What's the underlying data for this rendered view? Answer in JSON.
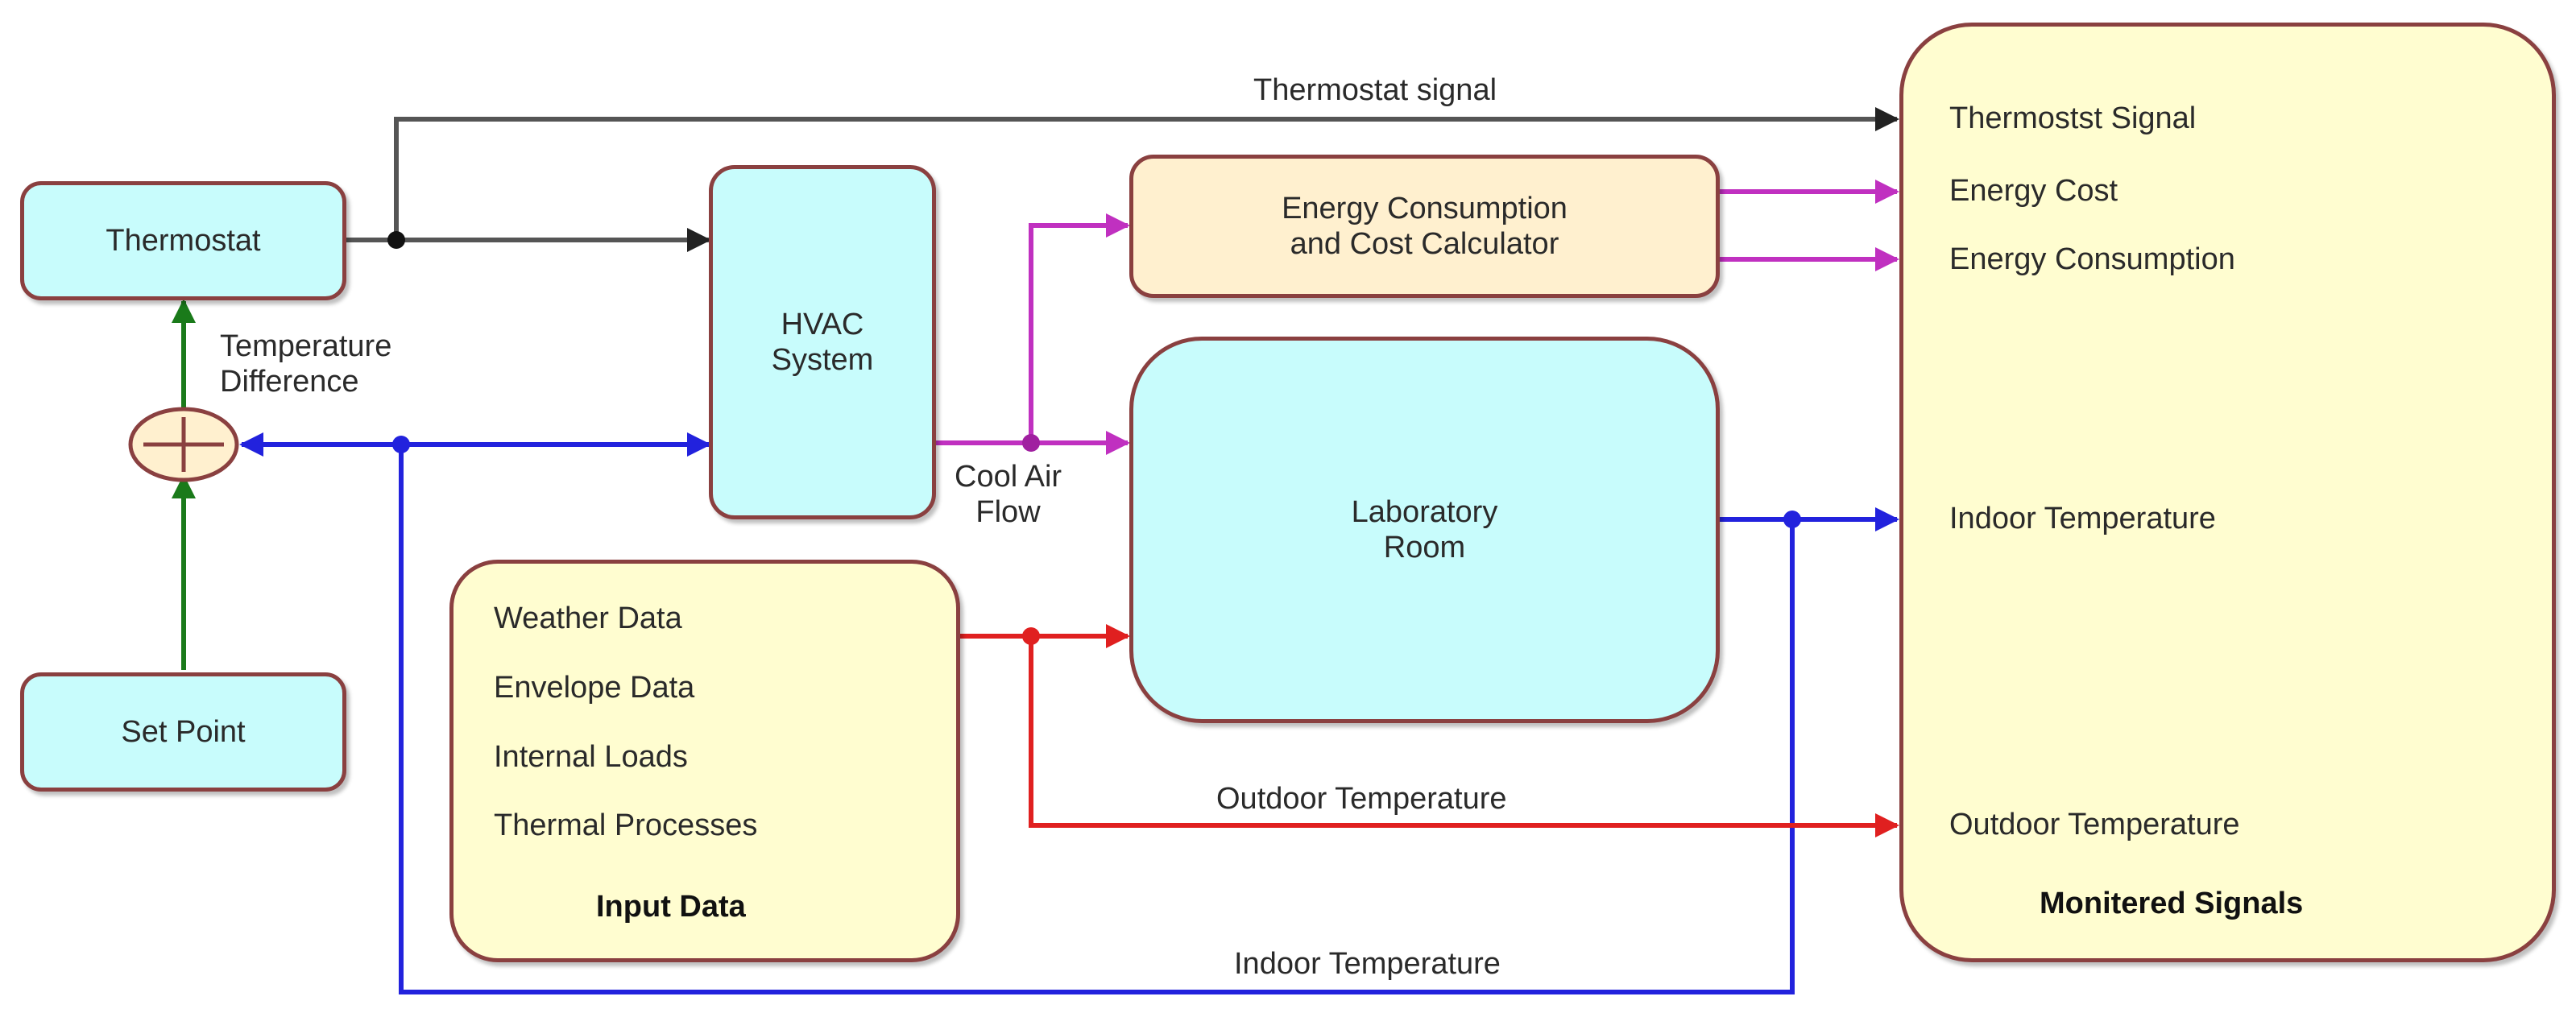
{
  "blocks": {
    "thermostat": "Thermostat",
    "set_point": "Set Point",
    "hvac": "HVAC\nSystem",
    "energy_calc": "Energy Consumption\nand Cost Calculator",
    "lab_room": "Laboratory\nRoom"
  },
  "input_data": {
    "items": [
      "Weather Data",
      "Envelope Data",
      "Internal Loads",
      "Thermal Processes"
    ],
    "title": "Input Data"
  },
  "monitored": {
    "items": [
      "Thermostst Signal",
      "Energy Cost",
      "Energy Consumption",
      "Indoor Temperature",
      "Outdoor Temperature"
    ],
    "title": "Monitered Signals"
  },
  "labels": {
    "thermostat_signal": "Thermostat signal",
    "temperature_difference": "Temperature\nDifference",
    "cool_air_flow": "Cool Air\nFlow",
    "outdoor_temperature": "Outdoor Temperature",
    "indoor_temperature": "Indoor Temperature"
  },
  "colors": {
    "border": "#8a4040",
    "signal_gray": "#555555",
    "signal_blue": "#2222dd",
    "signal_magenta": "#c030c0",
    "signal_red": "#e02020",
    "signal_green": "#1a7a1a"
  }
}
